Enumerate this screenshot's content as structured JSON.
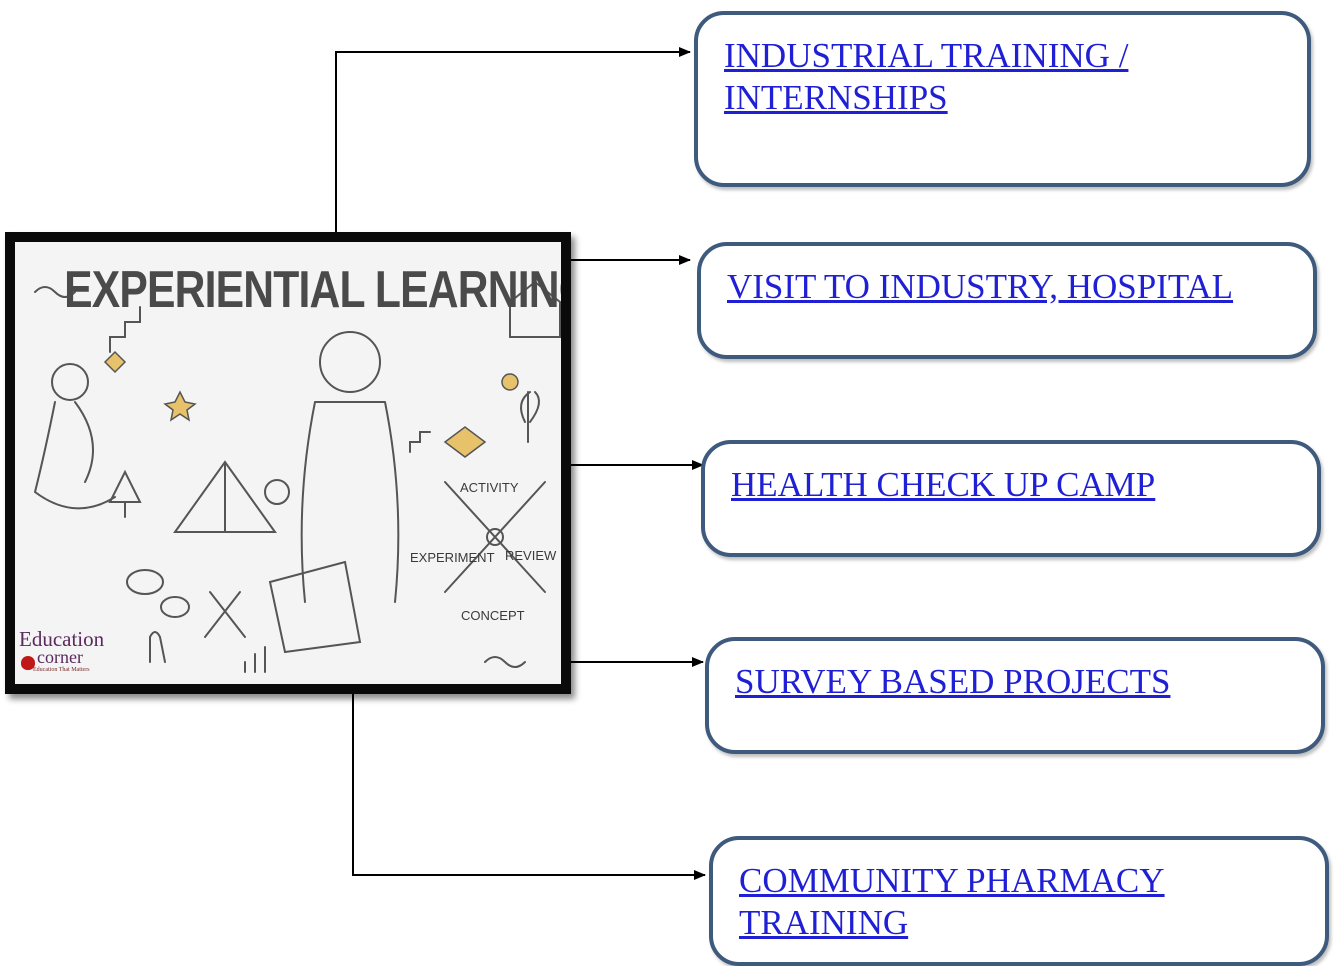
{
  "hero": {
    "title": "EXPERIENTIAL LEARNING",
    "labels": {
      "activity": "ACTIVITY",
      "experiment": "EXPERIMENT",
      "review": "REVIEW",
      "concept": "CONCEPT"
    },
    "brand": {
      "line1": "Education",
      "line2": "corner",
      "tagline": "Education That Matters"
    }
  },
  "boxes": [
    {
      "lines": [
        "INDUSTRIAL TRAINING /",
        "INTERNSHIPS"
      ]
    },
    {
      "lines": [
        "VISIT TO INDUSTRY, HOSPITAL"
      ]
    },
    {
      "lines": [
        "HEALTH CHECK UP CAMP"
      ]
    },
    {
      "lines": [
        "SURVEY BASED PROJECTS"
      ]
    },
    {
      "lines": [
        "COMMUNITY PHARMACY",
        "TRAINING"
      ]
    }
  ],
  "colors": {
    "link": "#1f1fd6",
    "box_border": "#3e5a7c",
    "connector": "#000000"
  }
}
